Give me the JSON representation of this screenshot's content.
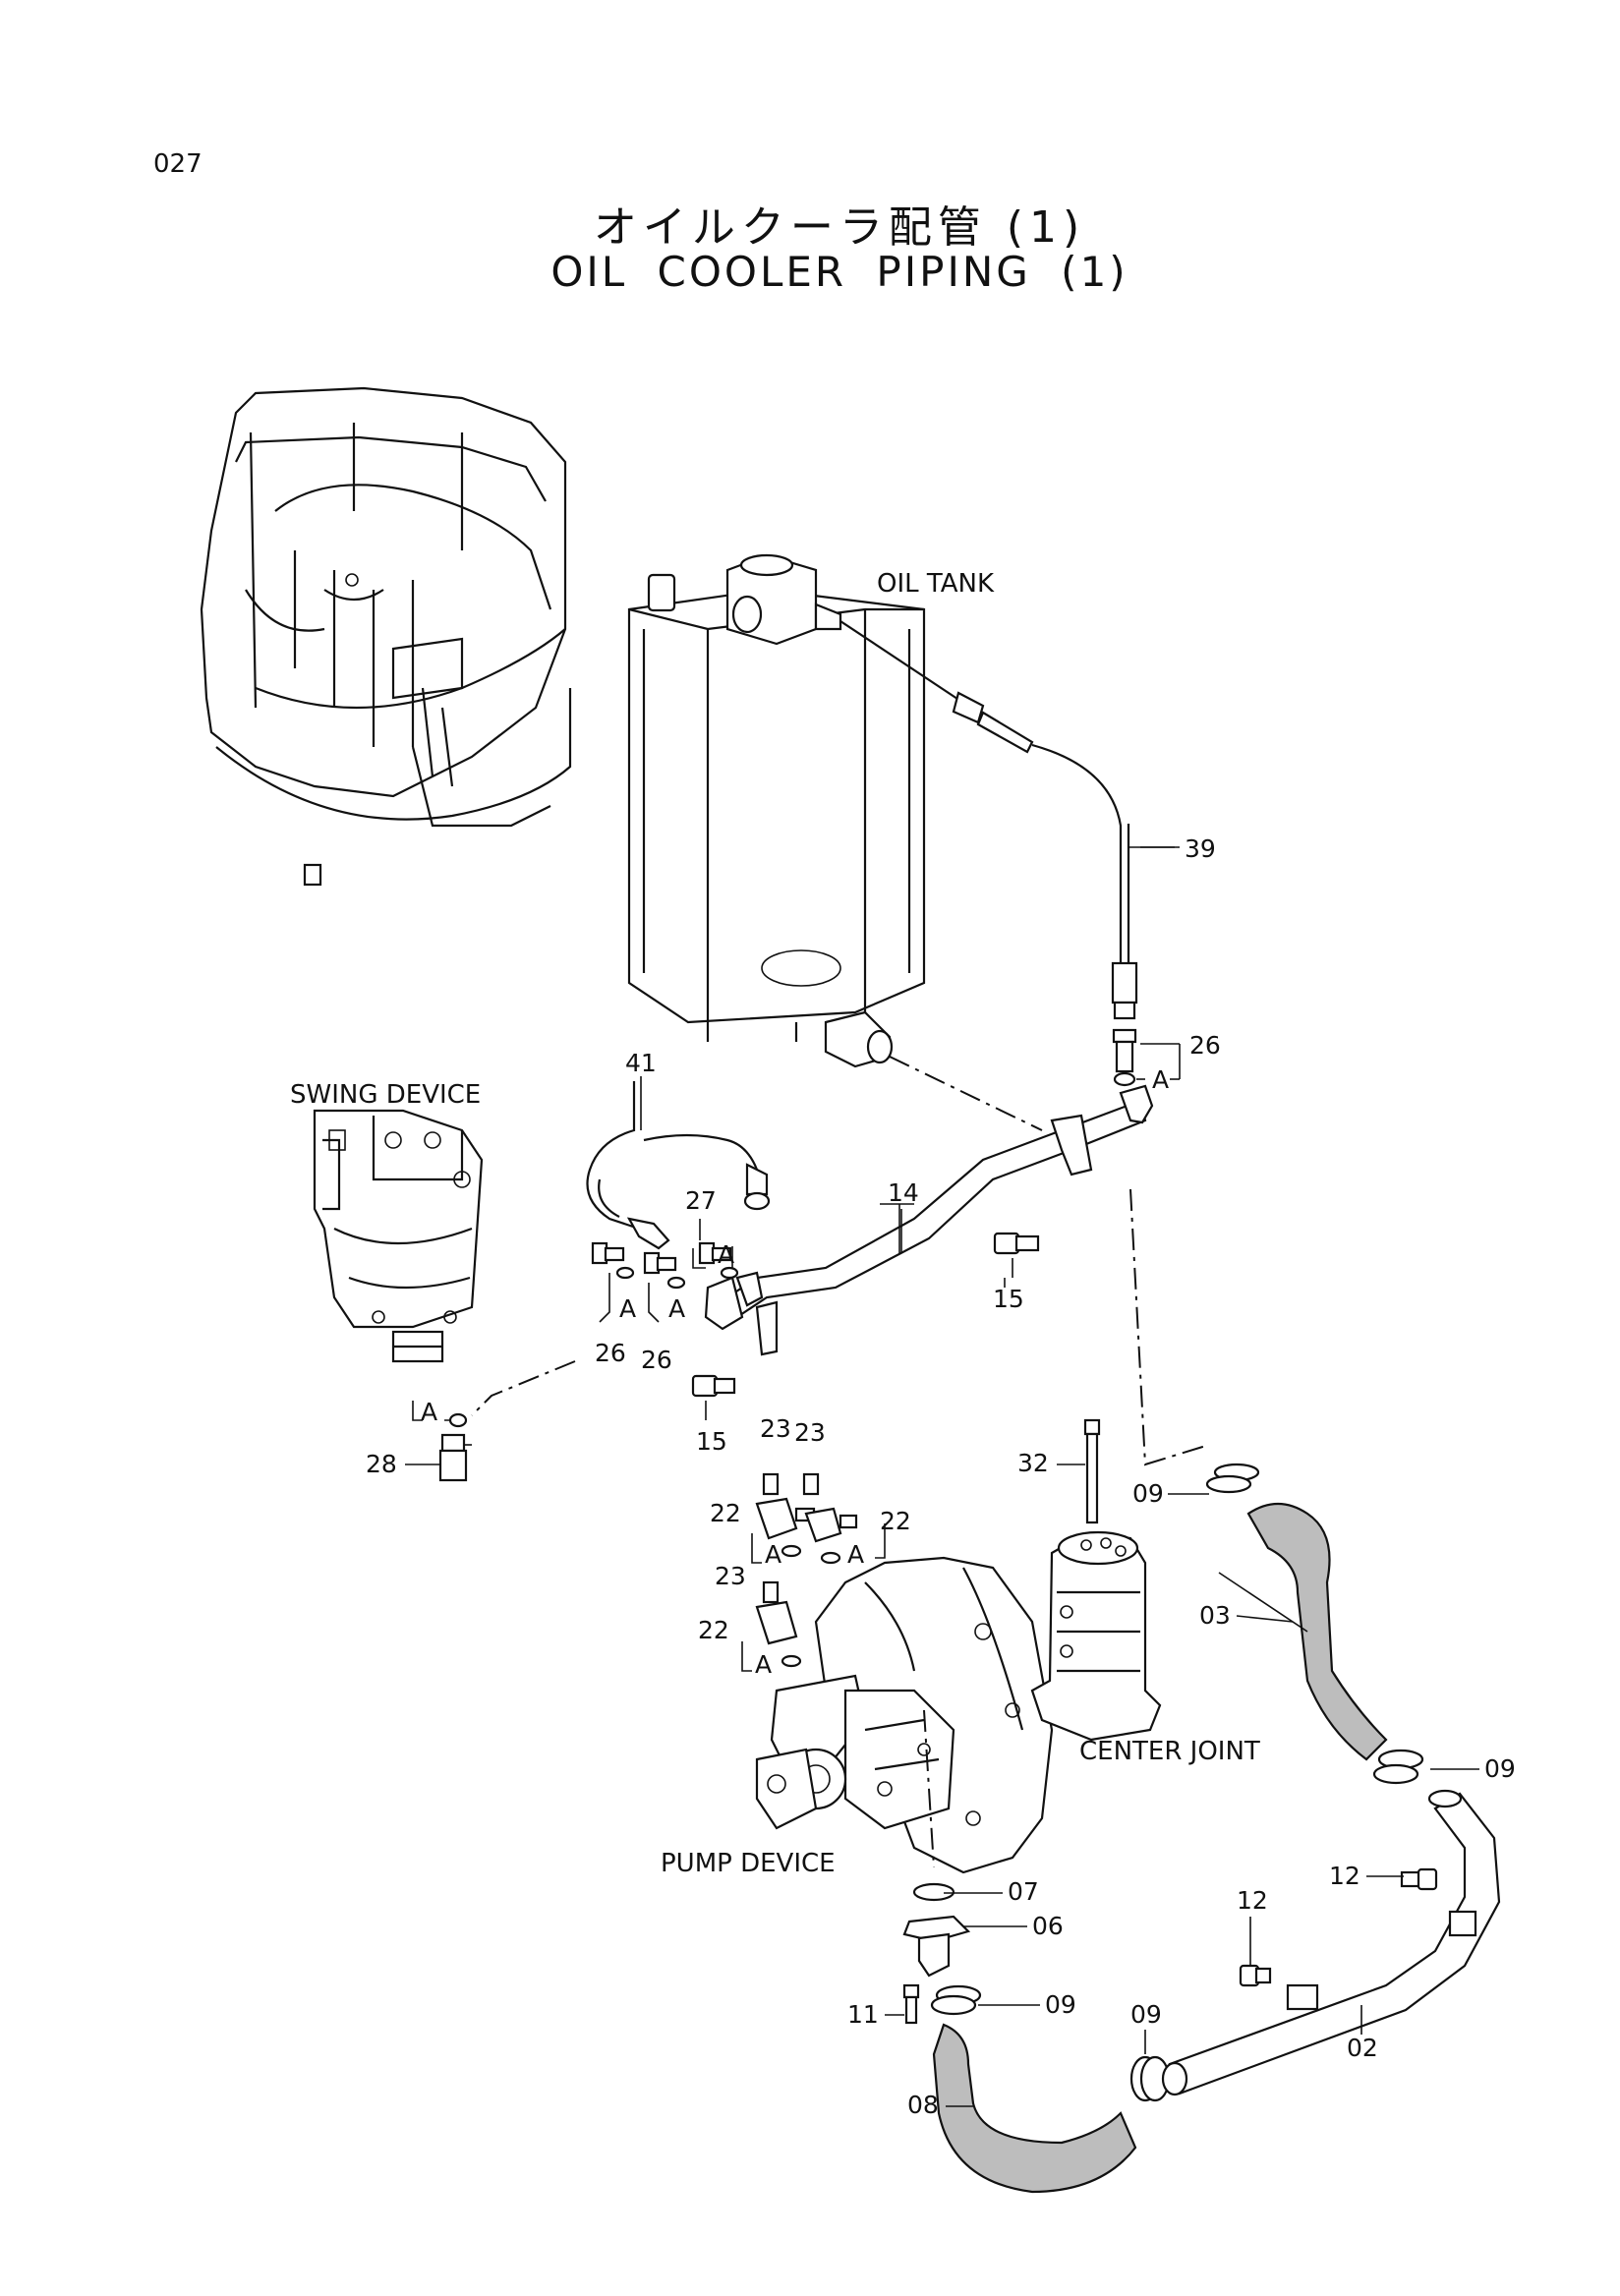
{
  "page_number": "027",
  "title": {
    "japanese": "オイルクーラ配管 (1)",
    "english": "OIL COOLER PIPING (1)"
  },
  "component_labels": {
    "oil_tank": "OIL TANK",
    "swing_device": "SWING DEVICE",
    "center_joint": "CENTER JOINT",
    "pump_device": "PUMP DEVICE"
  },
  "o_ring_marker": "A",
  "callouts": [
    {
      "id": "c39",
      "text": "39"
    },
    {
      "id": "c26a",
      "text": "26"
    },
    {
      "id": "c41",
      "text": "41"
    },
    {
      "id": "c27",
      "text": "27"
    },
    {
      "id": "c14",
      "text": "14"
    },
    {
      "id": "c15a",
      "text": "15"
    },
    {
      "id": "c26b",
      "text": "26"
    },
    {
      "id": "c26c",
      "text": "26"
    },
    {
      "id": "c15b",
      "text": "15"
    },
    {
      "id": "c28",
      "text": "28"
    },
    {
      "id": "c23a",
      "text": "23"
    },
    {
      "id": "c23b",
      "text": "23"
    },
    {
      "id": "c22a",
      "text": "22"
    },
    {
      "id": "c22b",
      "text": "22"
    },
    {
      "id": "c23c",
      "text": "23"
    },
    {
      "id": "c22c",
      "text": "22"
    },
    {
      "id": "c32",
      "text": "32"
    },
    {
      "id": "c09a",
      "text": "09"
    },
    {
      "id": "c03",
      "text": "03"
    },
    {
      "id": "c09b",
      "text": "09"
    },
    {
      "id": "c12a",
      "text": "12"
    },
    {
      "id": "c12b",
      "text": "12"
    },
    {
      "id": "c07",
      "text": "07"
    },
    {
      "id": "c06",
      "text": "06"
    },
    {
      "id": "c11",
      "text": "11"
    },
    {
      "id": "c09c",
      "text": "09"
    },
    {
      "id": "c09d",
      "text": "09"
    },
    {
      "id": "c02",
      "text": "02"
    },
    {
      "id": "c08",
      "text": "08"
    }
  ]
}
